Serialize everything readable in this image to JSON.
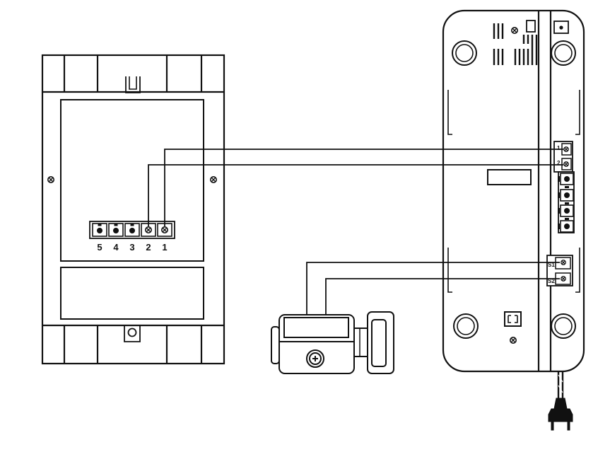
{
  "diagram": {
    "colors": {
      "stroke": "#111111",
      "background": "#ffffff"
    },
    "outdoor_panel": {
      "terminal_labels": [
        "5",
        "4",
        "3",
        "2",
        "1"
      ]
    },
    "indoor_monitor": {
      "line_terminal_labels": [
        "1",
        "2"
      ],
      "lock_terminal_labels": [
        "S1",
        "S2"
      ]
    },
    "icons": [
      "screw-icon",
      "power-plug-icon",
      "electric-lock-icon"
    ]
  }
}
